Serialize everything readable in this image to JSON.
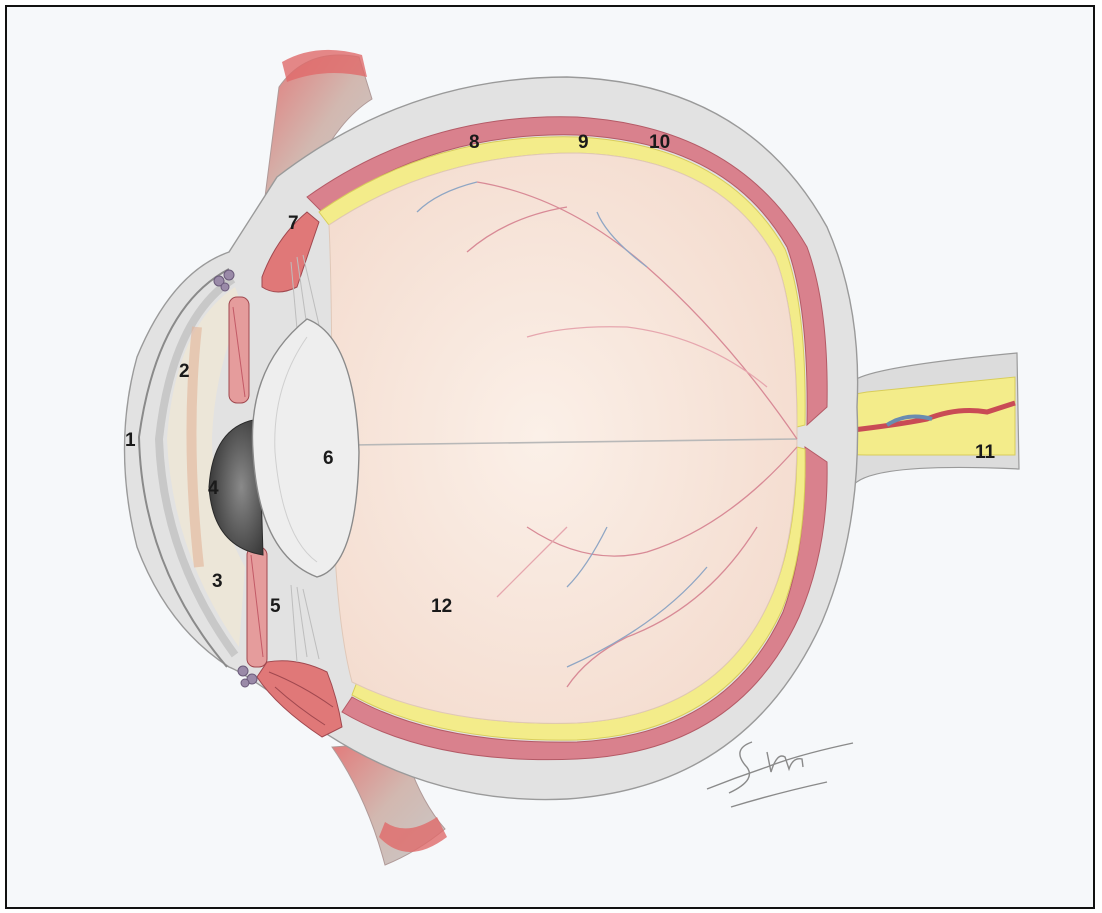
{
  "labels": {
    "l1": "1",
    "l2": "2",
    "l3": "3",
    "l4": "4",
    "l5": "5",
    "l6": "6",
    "l7": "7",
    "l8": "8",
    "l9": "9",
    "l10": "10",
    "l11": "11",
    "l12": "12"
  },
  "colors": {
    "background": "#f6f8fa",
    "sclera": "#e2e2e2",
    "choroid": "#d9818d",
    "retina": "#f3ec8a",
    "vitreous": "#f8e9df",
    "lens": "#eeeeee",
    "muscle": "#e08a8a"
  }
}
